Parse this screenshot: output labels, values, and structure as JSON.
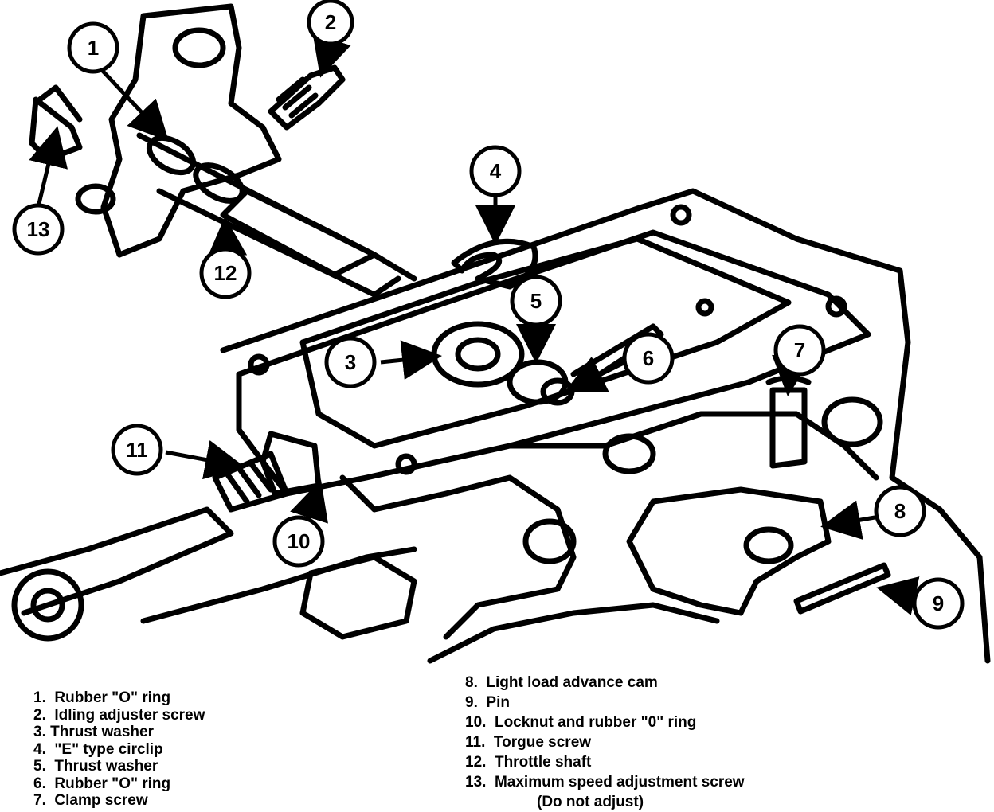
{
  "callouts": [
    {
      "number": "1"
    },
    {
      "number": "2"
    },
    {
      "number": "3"
    },
    {
      "number": "4"
    },
    {
      "number": "5"
    },
    {
      "number": "6"
    },
    {
      "number": "7"
    },
    {
      "number": "8"
    },
    {
      "number": "9"
    },
    {
      "number": "10"
    },
    {
      "number": "11"
    },
    {
      "number": "12"
    },
    {
      "number": "13"
    }
  ],
  "legend": {
    "left": [
      "1.  Rubber \"O\" ring",
      "2.  Idling adjuster screw",
      "3. Thrust washer",
      "4.  \"E\" type circlip",
      "5.  Thrust washer",
      "6.  Rubber \"O\" ring",
      "7.  Clamp screw"
    ],
    "right": [
      "8.  Light load advance cam",
      "9.  Pin",
      "10.  Locknut and rubber \"0\" ring",
      "11.  Torgue screw",
      "12.  Throttle shaft",
      "13.  Maximum speed adjustment screw"
    ],
    "right_note": "(Do not adjust)"
  }
}
